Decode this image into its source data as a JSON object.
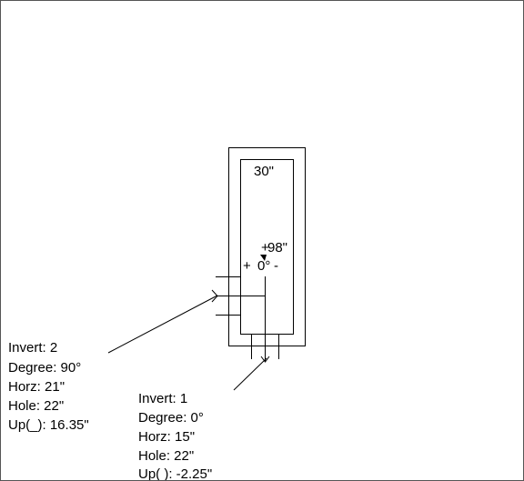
{
  "drawing": {
    "width_label": "30\"",
    "depth_label": "98\"",
    "angle_label": "0°",
    "plus_sign": "+",
    "minus_sign": "-",
    "tick_sign": "+"
  },
  "pipe_2": {
    "invert": "Invert: 2",
    "degree": "Degree: 90°",
    "horz": "Horz: 21\"",
    "hole": "Hole: 22\"",
    "up": "Up(_): 16.35\""
  },
  "pipe_1": {
    "invert": "Invert: 1",
    "degree": "Degree: 0°",
    "horz": "Horz: 15\"",
    "hole": "Hole: 22\"",
    "up": "Up( ): -2.25\""
  }
}
